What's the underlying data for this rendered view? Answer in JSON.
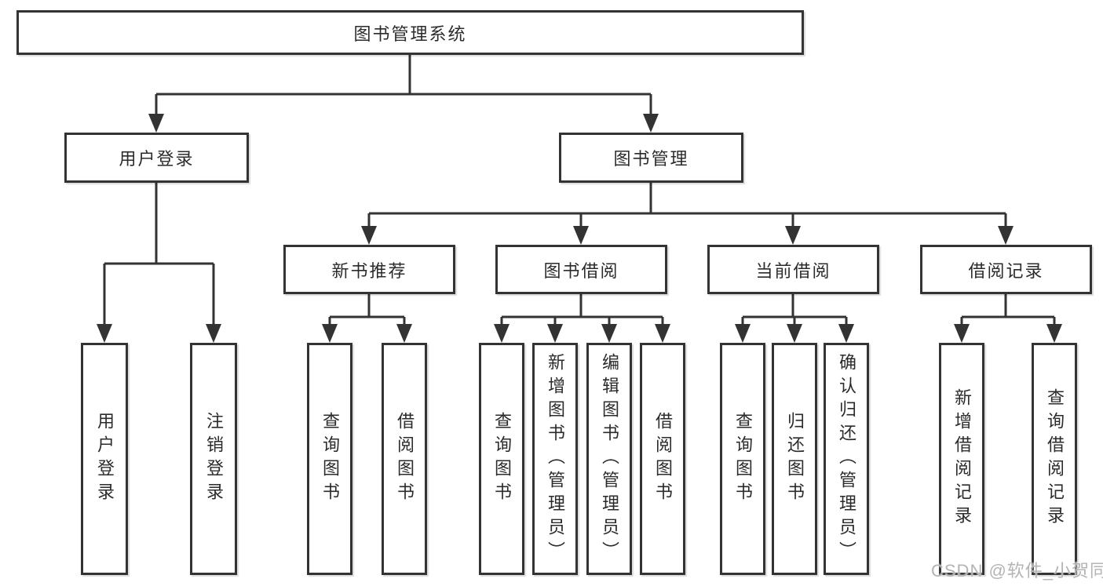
{
  "root": {
    "label": "图书管理系统"
  },
  "level2": [
    {
      "label": "用户登录"
    },
    {
      "label": "图书管理"
    }
  ],
  "level3": [
    {
      "label": "新书推荐",
      "parent": "图书管理"
    },
    {
      "label": "图书借阅",
      "parent": "图书管理"
    },
    {
      "label": "当前借阅",
      "parent": "图书管理"
    },
    {
      "label": "借阅记录",
      "parent": "图书管理"
    }
  ],
  "leaves": [
    {
      "label": "用户登录",
      "parent": "用户登录"
    },
    {
      "label": "注销登录",
      "parent": "用户登录"
    },
    {
      "label": "查询图书",
      "parent": "新书推荐"
    },
    {
      "label": "借阅图书",
      "parent": "新书推荐"
    },
    {
      "label": "查询图书",
      "parent": "图书借阅"
    },
    {
      "label": "新增图书（管理员）",
      "parent": "图书借阅"
    },
    {
      "label": "编辑图书（管理员）",
      "parent": "图书借阅"
    },
    {
      "label": "借阅图书",
      "parent": "图书借阅"
    },
    {
      "label": "查询图书",
      "parent": "当前借阅"
    },
    {
      "label": "归还图书",
      "parent": "当前借阅"
    },
    {
      "label": "确认归还（管理员）",
      "parent": "当前借阅"
    },
    {
      "label": "新增借阅记录",
      "parent": "借阅记录"
    },
    {
      "label": "查询借阅记录",
      "parent": "借阅记录"
    }
  ],
  "watermark": "CSDN @软件_小贺同学",
  "colors": {
    "line": "#333333",
    "text": "#2b2b2b",
    "background": "#ffffff",
    "watermark": "#b4b4b4"
  }
}
